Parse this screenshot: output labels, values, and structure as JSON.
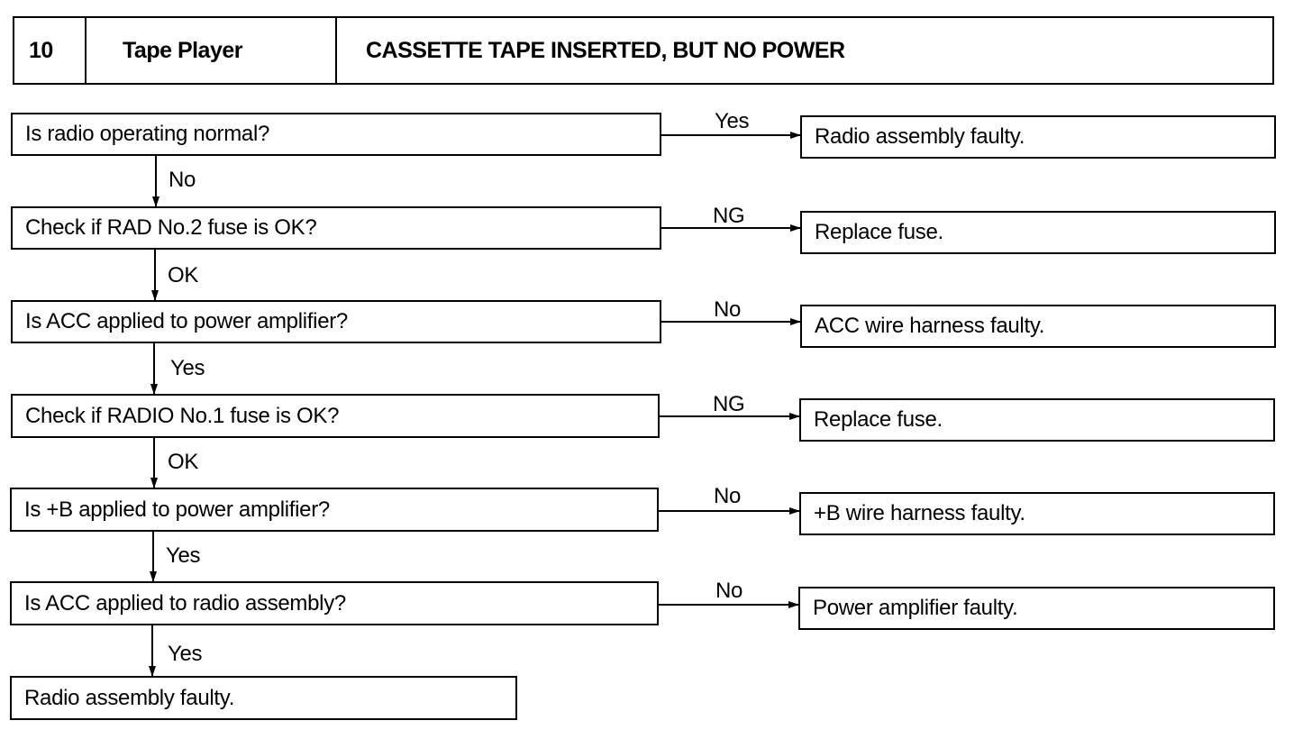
{
  "header": {
    "number": "10",
    "system": "Tape Player",
    "title": "CASSETTE TAPE INSERTED, BUT NO POWER"
  },
  "steps": [
    {
      "question": "Is radio operating normal?",
      "branch_label": "Yes",
      "result": "Radio assembly faulty.",
      "next_label": "No"
    },
    {
      "question": "Check if RAD No.2 fuse is OK?",
      "branch_label": "NG",
      "result": "Replace fuse.",
      "next_label": "OK"
    },
    {
      "question": "Is ACC applied to power amplifier?",
      "branch_label": "No",
      "result": "ACC wire harness faulty.",
      "next_label": "Yes"
    },
    {
      "question": "Check if RADIO No.1 fuse is OK?",
      "branch_label": "NG",
      "result": "Replace fuse.",
      "next_label": "OK"
    },
    {
      "question": "Is +B applied to power amplifier?",
      "branch_label": "No",
      "result": "+B wire harness faulty.",
      "next_label": "Yes"
    },
    {
      "question": "Is ACC applied to radio assembly?",
      "branch_label": "No",
      "result": "Power amplifier faulty.",
      "next_label": "Yes"
    }
  ],
  "final": "Radio assembly faulty."
}
